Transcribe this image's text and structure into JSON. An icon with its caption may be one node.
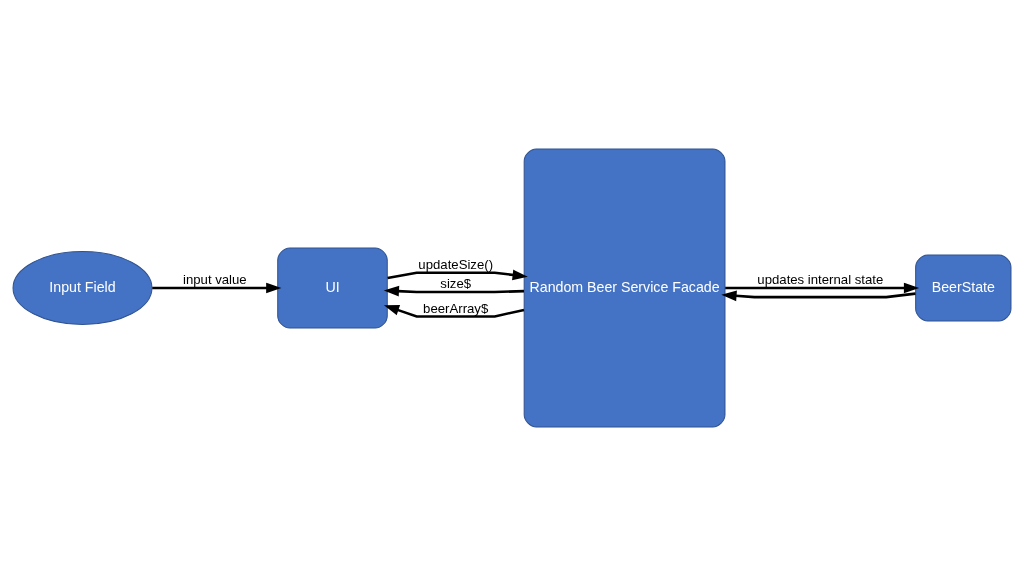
{
  "diagram": {
    "nodes": [
      {
        "text": [
          "Input Field"
        ]
      },
      {
        "text": [
          "UI"
        ]
      },
      {
        "text": [
          "Random Beer Service Facade"
        ]
      },
      {
        "text": [
          "BeerState"
        ]
      }
    ],
    "edges": [
      {
        "from": 0,
        "to": 1,
        "arrow": "to",
        "label": "input value"
      },
      {
        "from": 1,
        "to": 2,
        "arrow": "to",
        "label": "updateSize()"
      },
      {
        "from": 2,
        "to": 1,
        "arrow": "to",
        "label": "size$"
      },
      {
        "from": 2,
        "to": 1,
        "arrow": "to",
        "label": "beerArray$"
      },
      {
        "from": 2,
        "to": 3,
        "arrow": "to",
        "label": "updates internal state"
      },
      {
        "from": 3,
        "to": 2,
        "arrow": "to"
      }
    ]
  }
}
